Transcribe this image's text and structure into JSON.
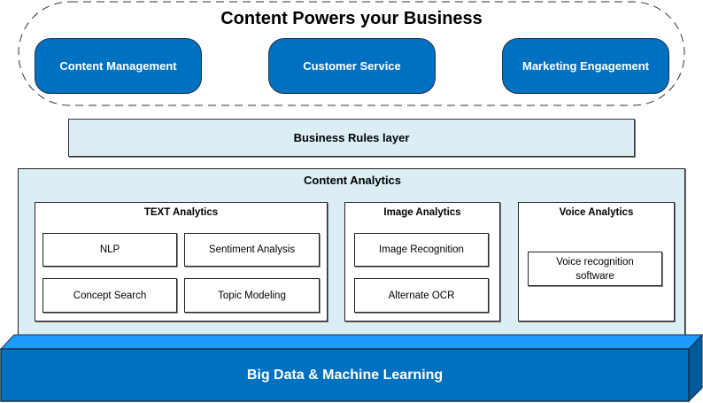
{
  "diagram": {
    "title": "Content Powers your Business",
    "business_areas": [
      {
        "label": "Content Management"
      },
      {
        "label": "Customer Service"
      },
      {
        "label": "Marketing Engagement"
      }
    ],
    "business_rules": {
      "label": "Business Rules layer"
    },
    "content_analytics": {
      "label": "Content Analytics",
      "text_analytics": {
        "label": "TEXT Analytics",
        "items": [
          "NLP",
          "Sentiment Analysis",
          "Concept Search",
          "Topic Modeling"
        ]
      },
      "image_analytics": {
        "label": "Image Analytics",
        "items": [
          "Image Recognition",
          "Alternate OCR"
        ]
      },
      "voice_analytics": {
        "label": "Voice Analytics",
        "items": [
          "Voice recognition software"
        ]
      }
    },
    "foundation": {
      "label": "Big Data & Machine Learning"
    },
    "colors": {
      "primary_blue": "#0070c0",
      "light_blue_top": "#1f9bff",
      "side_blue": "#005a9c",
      "panel_bg": "#dbeef3"
    }
  }
}
